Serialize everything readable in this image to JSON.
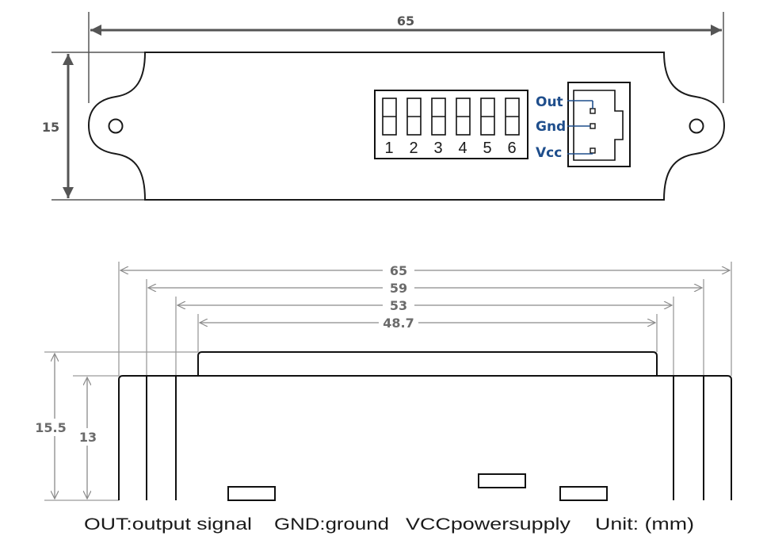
{
  "top_view": {
    "width_dim": "65",
    "height_dim": "15",
    "dip_switch": {
      "positions": [
        "1",
        "2",
        "3",
        "4",
        "5",
        "6"
      ]
    },
    "connector": {
      "pins": [
        "Out",
        "Gnd",
        "Vcc"
      ]
    }
  },
  "side_view": {
    "dims_horizontal": [
      "65",
      "59",
      "53",
      "48.7"
    ],
    "dims_vertical": [
      "15.5",
      "13"
    ]
  },
  "legend": {
    "out": "OUT:output signal",
    "gnd": "GND:ground",
    "vcc": "VCCpowersupply",
    "unit": "Unit: (mm)"
  }
}
